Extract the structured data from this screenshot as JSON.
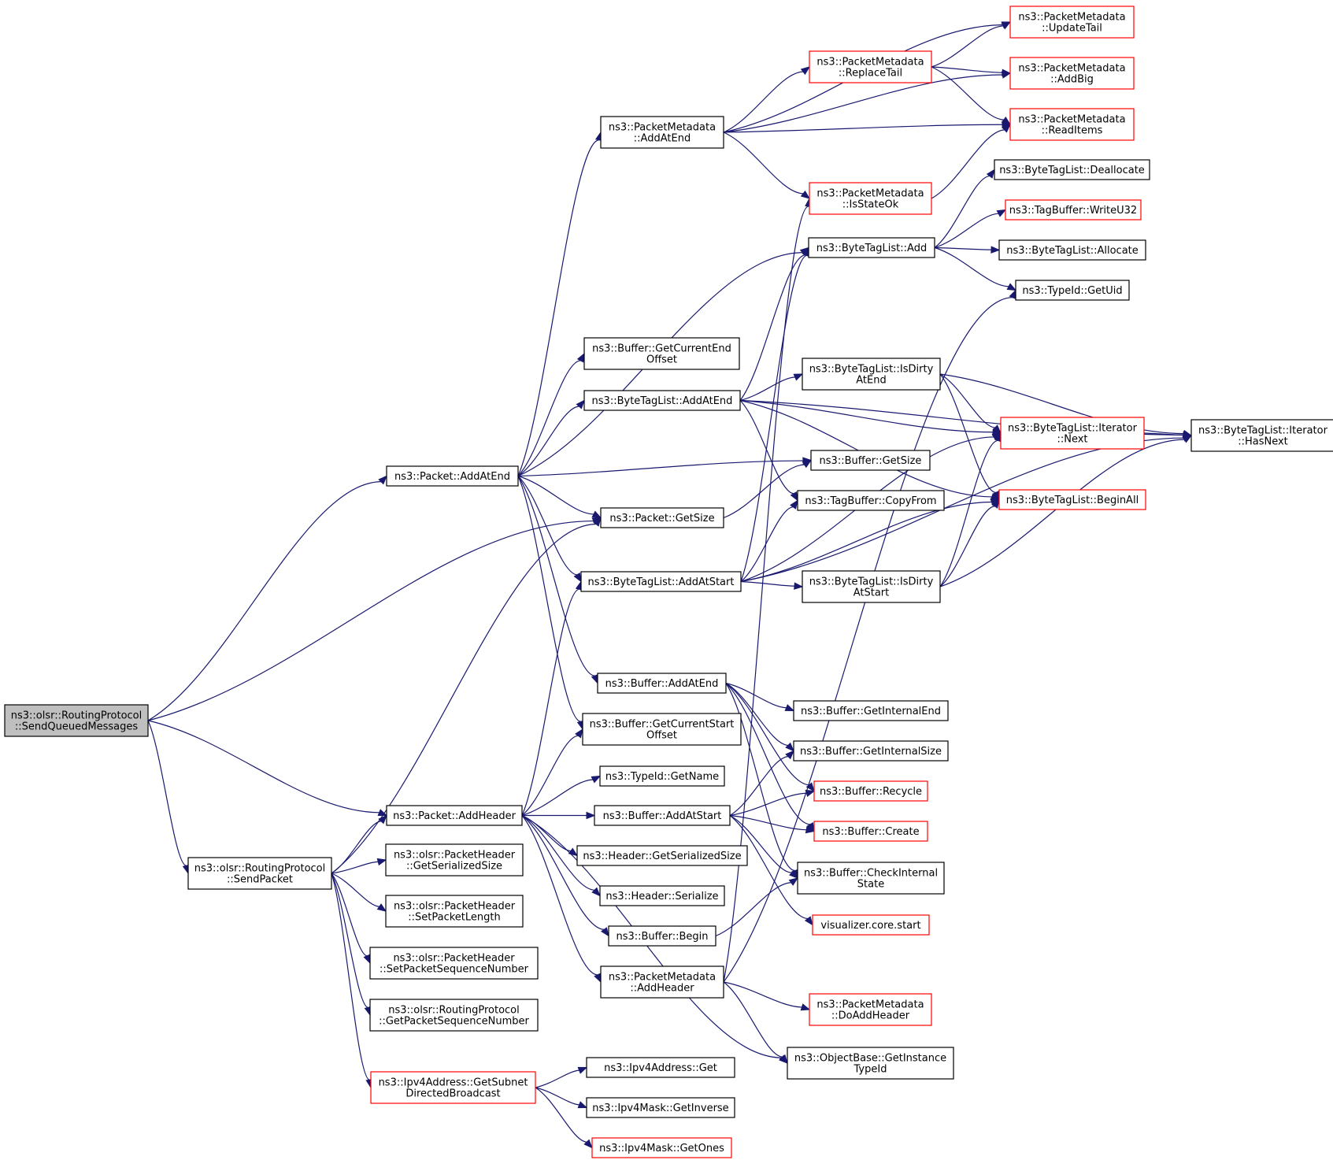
{
  "colors": {
    "edge": "#191970",
    "red_border": "#ff0000",
    "black_border": "#000000",
    "root_fill": "#bfbfbf"
  },
  "nodes": [
    {
      "id": "root",
      "lines": [
        "ns3::olsr::RoutingProtocol",
        "::SendQueuedMessages"
      ],
      "style": "root"
    },
    {
      "id": "pkt_addatend",
      "lines": [
        "ns3::Packet::AddAtEnd"
      ],
      "style": "black"
    },
    {
      "id": "pkt_addheader",
      "lines": [
        "ns3::Packet::AddHeader"
      ],
      "style": "black"
    },
    {
      "id": "sendpacket",
      "lines": [
        "ns3::olsr::RoutingProtocol",
        "::SendPacket"
      ],
      "style": "black"
    },
    {
      "id": "pm_addatend",
      "lines": [
        "ns3::PacketMetadata",
        "::AddAtEnd"
      ],
      "style": "black"
    },
    {
      "id": "buf_getcurend",
      "lines": [
        "ns3::Buffer::GetCurrentEnd",
        "Offset"
      ],
      "style": "black"
    },
    {
      "id": "btl_addatend",
      "lines": [
        "ns3::ByteTagList::AddAtEnd"
      ],
      "style": "black"
    },
    {
      "id": "pkt_getsize",
      "lines": [
        "ns3::Packet::GetSize"
      ],
      "style": "black"
    },
    {
      "id": "btl_addatstart",
      "lines": [
        "ns3::ByteTagList::AddAtStart"
      ],
      "style": "black"
    },
    {
      "id": "buf_addatend",
      "lines": [
        "ns3::Buffer::AddAtEnd"
      ],
      "style": "black"
    },
    {
      "id": "buf_getcurstart",
      "lines": [
        "ns3::Buffer::GetCurrentStart",
        "Offset"
      ],
      "style": "black"
    },
    {
      "id": "typeid_getname",
      "lines": [
        "ns3::TypeId::GetName"
      ],
      "style": "black"
    },
    {
      "id": "buf_addatstart",
      "lines": [
        "ns3::Buffer::AddAtStart"
      ],
      "style": "black"
    },
    {
      "id": "hdr_getsersize",
      "lines": [
        "ns3::Header::GetSerializedSize"
      ],
      "style": "black"
    },
    {
      "id": "hdr_serialize",
      "lines": [
        "ns3::Header::Serialize"
      ],
      "style": "black"
    },
    {
      "id": "buf_begin",
      "lines": [
        "ns3::Buffer::Begin"
      ],
      "style": "black"
    },
    {
      "id": "pm_addheader",
      "lines": [
        "ns3::PacketMetadata",
        "::AddHeader"
      ],
      "style": "black"
    },
    {
      "id": "olsr_getsersize",
      "lines": [
        "ns3::olsr::PacketHeader",
        "::GetSerializedSize"
      ],
      "style": "black"
    },
    {
      "id": "olsr_setlen",
      "lines": [
        "ns3::olsr::PacketHeader",
        "::SetPacketLength"
      ],
      "style": "black"
    },
    {
      "id": "olsr_setseq",
      "lines": [
        "ns3::olsr::PacketHeader",
        "::SetPacketSequenceNumber"
      ],
      "style": "black"
    },
    {
      "id": "olsr_getseq",
      "lines": [
        "ns3::olsr::RoutingProtocol",
        "::GetPacketSequenceNumber"
      ],
      "style": "black"
    },
    {
      "id": "ipv4_subnet",
      "lines": [
        "ns3::Ipv4Address::GetSubnet",
        "DirectedBroadcast"
      ],
      "style": "red"
    },
    {
      "id": "pm_replacetail",
      "lines": [
        "ns3::PacketMetadata",
        "::ReplaceTail"
      ],
      "style": "red"
    },
    {
      "id": "pm_isstateok",
      "lines": [
        "ns3::PacketMetadata",
        "::IsStateOk"
      ],
      "style": "red"
    },
    {
      "id": "btl_add",
      "lines": [
        "ns3::ByteTagList::Add"
      ],
      "style": "black"
    },
    {
      "id": "btl_isdirtyend",
      "lines": [
        "ns3::ByteTagList::IsDirty",
        "AtEnd"
      ],
      "style": "black"
    },
    {
      "id": "buf_getsize",
      "lines": [
        "ns3::Buffer::GetSize"
      ],
      "style": "black"
    },
    {
      "id": "tb_copyfrom",
      "lines": [
        "ns3::TagBuffer::CopyFrom"
      ],
      "style": "black"
    },
    {
      "id": "btl_isdirtystart",
      "lines": [
        "ns3::ByteTagList::IsDirty",
        "AtStart"
      ],
      "style": "black"
    },
    {
      "id": "buf_getintend",
      "lines": [
        "ns3::Buffer::GetInternalEnd"
      ],
      "style": "black"
    },
    {
      "id": "buf_getintsize",
      "lines": [
        "ns3::Buffer::GetInternalSize"
      ],
      "style": "black"
    },
    {
      "id": "buf_recycle",
      "lines": [
        "ns3::Buffer::Recycle"
      ],
      "style": "red"
    },
    {
      "id": "buf_create",
      "lines": [
        "ns3::Buffer::Create"
      ],
      "style": "red"
    },
    {
      "id": "buf_checkint",
      "lines": [
        "ns3::Buffer::CheckInternal",
        "State"
      ],
      "style": "black"
    },
    {
      "id": "viz_start",
      "lines": [
        "visualizer.core.start"
      ],
      "style": "red"
    },
    {
      "id": "pm_doaddheader",
      "lines": [
        "ns3::PacketMetadata",
        "::DoAddHeader"
      ],
      "style": "red"
    },
    {
      "id": "ob_gettypeid",
      "lines": [
        "ns3::ObjectBase::GetInstance",
        "TypeId"
      ],
      "style": "black"
    },
    {
      "id": "ipv4_get",
      "lines": [
        "ns3::Ipv4Address::Get"
      ],
      "style": "black"
    },
    {
      "id": "mask_inverse",
      "lines": [
        "ns3::Ipv4Mask::GetInverse"
      ],
      "style": "black"
    },
    {
      "id": "mask_ones",
      "lines": [
        "ns3::Ipv4Mask::GetOnes"
      ],
      "style": "red"
    },
    {
      "id": "pm_updatetail",
      "lines": [
        "ns3::PacketMetadata",
        "::UpdateTail"
      ],
      "style": "red"
    },
    {
      "id": "pm_addbig",
      "lines": [
        "ns3::PacketMetadata",
        "::AddBig"
      ],
      "style": "red"
    },
    {
      "id": "pm_readitems",
      "lines": [
        "ns3::PacketMetadata",
        "::ReadItems"
      ],
      "style": "red"
    },
    {
      "id": "btl_dealloc",
      "lines": [
        "ns3::ByteTagList::Deallocate"
      ],
      "style": "black"
    },
    {
      "id": "tb_writeu32",
      "lines": [
        "ns3::TagBuffer::WriteU32"
      ],
      "style": "red"
    },
    {
      "id": "btl_alloc",
      "lines": [
        "ns3::ByteTagList::Allocate"
      ],
      "style": "black"
    },
    {
      "id": "typeid_getuid",
      "lines": [
        "ns3::TypeId::GetUid"
      ],
      "style": "black"
    },
    {
      "id": "it_next",
      "lines": [
        "ns3::ByteTagList::Iterator",
        "::Next"
      ],
      "style": "red"
    },
    {
      "id": "btl_beginall",
      "lines": [
        "ns3::ByteTagList::BeginAll"
      ],
      "style": "red"
    },
    {
      "id": "it_hasnext",
      "lines": [
        "ns3::ByteTagList::Iterator",
        "::HasNext"
      ],
      "style": "black"
    }
  ],
  "edges": [
    [
      "root",
      "pkt_addatend"
    ],
    [
      "root",
      "pkt_getsize"
    ],
    [
      "root",
      "pkt_addheader"
    ],
    [
      "root",
      "sendpacket"
    ],
    [
      "pkt_addatend",
      "pm_addatend"
    ],
    [
      "pkt_addatend",
      "btl_add"
    ],
    [
      "pkt_addatend",
      "buf_getcurend"
    ],
    [
      "pkt_addatend",
      "btl_addatend"
    ],
    [
      "pkt_addatend",
      "buf_getsize"
    ],
    [
      "pkt_addatend",
      "pkt_getsize"
    ],
    [
      "pkt_addatend",
      "btl_addatstart"
    ],
    [
      "pkt_addatend",
      "buf_addatend"
    ],
    [
      "pkt_addatend",
      "buf_getcurstart"
    ],
    [
      "pkt_addheader",
      "btl_addatstart"
    ],
    [
      "pkt_addheader",
      "buf_getcurstart"
    ],
    [
      "pkt_addheader",
      "typeid_getname"
    ],
    [
      "pkt_addheader",
      "buf_addatstart"
    ],
    [
      "pkt_addheader",
      "hdr_getsersize"
    ],
    [
      "pkt_addheader",
      "hdr_serialize"
    ],
    [
      "pkt_addheader",
      "buf_begin"
    ],
    [
      "pkt_addheader",
      "pm_addheader"
    ],
    [
      "pkt_addheader",
      "ob_gettypeid"
    ],
    [
      "sendpacket",
      "pkt_addheader"
    ],
    [
      "sendpacket",
      "pkt_getsize"
    ],
    [
      "sendpacket",
      "olsr_getsersize"
    ],
    [
      "sendpacket",
      "olsr_setlen"
    ],
    [
      "sendpacket",
      "olsr_setseq"
    ],
    [
      "sendpacket",
      "olsr_getseq"
    ],
    [
      "sendpacket",
      "ipv4_subnet"
    ],
    [
      "pm_addatend",
      "pm_updatetail"
    ],
    [
      "pm_addatend",
      "pm_replacetail"
    ],
    [
      "pm_addatend",
      "pm_addbig"
    ],
    [
      "pm_addatend",
      "pm_readitems"
    ],
    [
      "pm_addatend",
      "pm_isstateok"
    ],
    [
      "pm_replacetail",
      "pm_updatetail"
    ],
    [
      "pm_replacetail",
      "pm_addbig"
    ],
    [
      "pm_replacetail",
      "pm_readitems"
    ],
    [
      "pm_isstateok",
      "pm_readitems"
    ],
    [
      "btl_add",
      "btl_dealloc"
    ],
    [
      "btl_add",
      "tb_writeu32"
    ],
    [
      "btl_add",
      "btl_alloc"
    ],
    [
      "btl_add",
      "typeid_getuid"
    ],
    [
      "btl_addatend",
      "btl_add"
    ],
    [
      "btl_addatend",
      "it_hasnext"
    ],
    [
      "btl_addatend",
      "it_next"
    ],
    [
      "btl_addatend",
      "btl_isdirtyend"
    ],
    [
      "btl_addatend",
      "btl_beginall"
    ],
    [
      "btl_addatend",
      "tb_copyfrom"
    ],
    [
      "btl_isdirtyend",
      "it_next"
    ],
    [
      "btl_isdirtyend",
      "it_hasnext"
    ],
    [
      "btl_isdirtyend",
      "btl_beginall"
    ],
    [
      "it_next",
      "it_hasnext"
    ],
    [
      "pkt_getsize",
      "buf_getsize"
    ],
    [
      "btl_addatstart",
      "btl_add"
    ],
    [
      "btl_addatstart",
      "tb_copyfrom"
    ],
    [
      "btl_addatstart",
      "it_next"
    ],
    [
      "btl_addatstart",
      "btl_isdirtystart"
    ],
    [
      "btl_addatstart",
      "btl_beginall"
    ],
    [
      "btl_addatstart",
      "it_hasnext"
    ],
    [
      "btl_isdirtystart",
      "it_next"
    ],
    [
      "btl_isdirtystart",
      "btl_beginall"
    ],
    [
      "btl_isdirtystart",
      "it_hasnext"
    ],
    [
      "buf_addatend",
      "buf_getintend"
    ],
    [
      "buf_addatend",
      "buf_getintsize"
    ],
    [
      "buf_addatend",
      "buf_recycle"
    ],
    [
      "buf_addatend",
      "buf_create"
    ],
    [
      "buf_addatend",
      "buf_checkint"
    ],
    [
      "buf_addatstart",
      "buf_getintsize"
    ],
    [
      "buf_addatstart",
      "buf_recycle"
    ],
    [
      "buf_addatstart",
      "buf_create"
    ],
    [
      "buf_addatstart",
      "buf_checkint"
    ],
    [
      "buf_addatstart",
      "viz_start"
    ],
    [
      "buf_begin",
      "buf_checkint"
    ],
    [
      "pm_addheader",
      "pm_isstateok"
    ],
    [
      "pm_addheader",
      "typeid_getuid"
    ],
    [
      "pm_addheader",
      "pm_doaddheader"
    ],
    [
      "pm_addheader",
      "ob_gettypeid"
    ],
    [
      "ipv4_subnet",
      "ipv4_get"
    ],
    [
      "ipv4_subnet",
      "mask_inverse"
    ],
    [
      "ipv4_subnet",
      "mask_ones"
    ]
  ]
}
